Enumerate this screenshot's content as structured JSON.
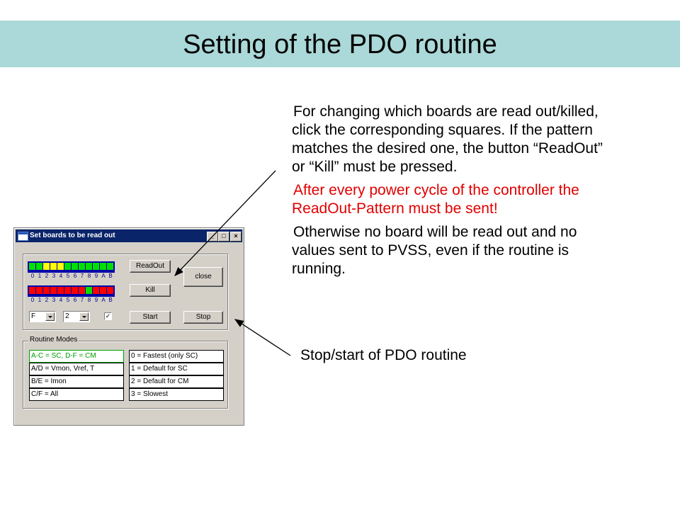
{
  "slide": {
    "title": "Setting of the PDO routine",
    "paragraphs": [
      "For changing which boards are read out/killed, click the corresponding squares. If the pattern matches the desired one, the button “ReadOut” or “Kill” must be pressed.",
      "After every power cycle of the controller the ReadOut-Pattern must be sent!",
      "Otherwise no board will be read out and no values sent to PVSS, even if the routine is running."
    ],
    "note": "Stop/start of PDO routine",
    "colors": {
      "title_bar": "#abd8d8",
      "warning": "#e00000"
    }
  },
  "dialog": {
    "title": "Set boards to be read out",
    "title_buttons": {
      "minimize": "_",
      "maximize": "□",
      "close": "×"
    },
    "board_labels": [
      "0",
      "1",
      "2",
      "3",
      "4",
      "5",
      "6",
      "7",
      "8",
      "9",
      "A",
      "B"
    ],
    "readout_pattern": [
      "green",
      "green",
      "yellow",
      "yellow",
      "yellow",
      "green",
      "green",
      "green",
      "green",
      "green",
      "green",
      "green"
    ],
    "kill_pattern": [
      "red",
      "red",
      "red",
      "red",
      "red",
      "red",
      "red",
      "red",
      "green",
      "red",
      "red",
      "red"
    ],
    "buttons": {
      "readout": "ReadOut",
      "kill": "Kill",
      "close": "close",
      "start": "Start",
      "stop": "Stop"
    },
    "combo_mode": "F",
    "combo_speed": "2",
    "checkbox_mark": "✓",
    "routine_modes_label": "Routine Modes",
    "modes_left": [
      "A-C = SC, D-F = CM",
      "A/D = Vmon, Vref, T",
      "B/E = Imon",
      "C/F = All"
    ],
    "modes_right": [
      "0 = Fastest (only SC)",
      "1 = Default for SC",
      "2 = Default for CM",
      "3 = Slowest"
    ],
    "led_colors": {
      "green": "#00e000",
      "yellow": "#ffff00",
      "red": "#ff0000"
    }
  }
}
